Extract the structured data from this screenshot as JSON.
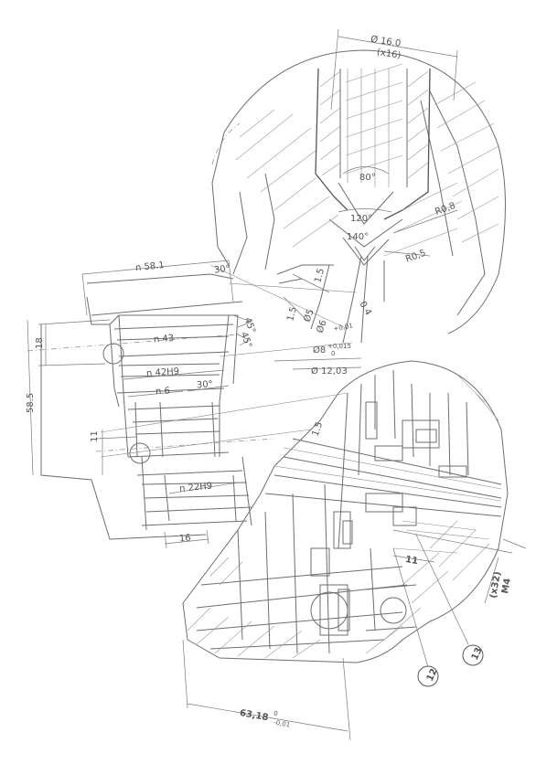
{
  "dimensions": {
    "top_diameter": "Ø 16.0",
    "top_count": "(x16)",
    "radius_upper": "R0,8",
    "radius_lower": "R0,5",
    "angle_80": "80°",
    "angle_120": "120°",
    "angle_140": "140°",
    "angle_30_top": "30°",
    "sq_58_1": "n 58.1",
    "dim_1_5a": "1.5",
    "dim_1_5b": "1.5",
    "dim_0_4": "0.4",
    "dia_5": "Ø5",
    "dia_6_main": "Ø6",
    "dia_6_tol": "+0,01",
    "dia_8_main": "Ø8",
    "dia_8_tol_upper": "+0,015",
    "dia_8_tol_lower": "0",
    "dia_12_03": "Ø 12,03",
    "angle_45a": "45°",
    "angle_45b": "45°",
    "sq_43": "n 43",
    "sq_42h9": "n 42H9",
    "sq_6": "n 6",
    "angle_30_mid": "30°",
    "dim_18": "18",
    "dim_58_5": "58.5",
    "dim_11_left": "11",
    "dim_1_5_mid": "1.5",
    "sq_22h9": "n 22H9",
    "dim_16": "16",
    "dim_11_lower": "11",
    "thread_m4": "M4",
    "thread_count": "(x32)",
    "bottom_main": "63,18",
    "bottom_tol_upper": "0",
    "bottom_tol_lower": "-0,01"
  },
  "balloons": {
    "b12": "12",
    "b13": "13"
  },
  "colors": {
    "line": "#6e6e6e",
    "text": "#555555",
    "background": "#ffffff"
  }
}
